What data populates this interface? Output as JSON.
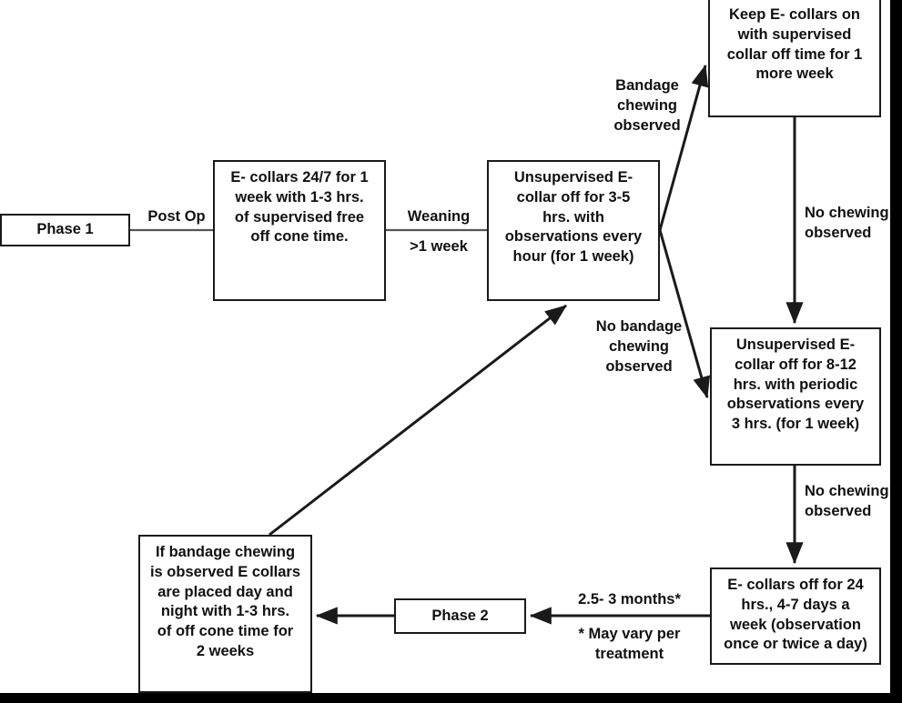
{
  "diagram": {
    "title": "E-collar weaning protocol flowchart",
    "type": "flowchart",
    "stroke_color": "#1a1a1a",
    "background_color": "#ffffff",
    "border_band_color": "#000000"
  },
  "nodes": {
    "phase1": {
      "label": "Phase 1"
    },
    "ecollars_247": {
      "label": "E- collars 24/7 for 1\nweek with 1-3 hrs.\nof supervised free\noff cone time."
    },
    "unsup_3_5": {
      "label": "Unsupervised E-\ncollar off for 3-5\nhrs. with\nobservations every\nhour (for 1 week)"
    },
    "keep_on": {
      "label": "Keep E- collars on\nwith supervised\ncollar off time for 1\nmore week"
    },
    "unsup_8_12": {
      "label": "Unsupervised E-\ncollar off for 8-12\nhrs. with periodic\nobservations every\n3 hrs. (for 1 week)"
    },
    "off_24": {
      "label": "E- collars off for 24\nhrs., 4-7 days a\nweek (observation\nonce or twice a day)"
    },
    "phase2": {
      "label": "Phase 2"
    },
    "bandage_chewing_box": {
      "label": "If bandage chewing\nis observed E collars\nare placed day and\nnight with 1-3 hrs.\nof off cone time for\n2 weeks"
    }
  },
  "edge_labels": {
    "post_op": "Post Op",
    "weaning": "Weaning",
    "weaning_duration": ">1 week",
    "bandage_chewing_observed": "Bandage\nchewing\nobserved",
    "no_bandage_chewing_observed": "No bandage\nchewing\nobserved",
    "no_chewing_observed_top": "No chewing\nobserved",
    "no_chewing_observed_bottom": "No chewing\nobserved",
    "months": "2.5- 3 months*",
    "may_vary": "* May vary per\ntreatment"
  }
}
